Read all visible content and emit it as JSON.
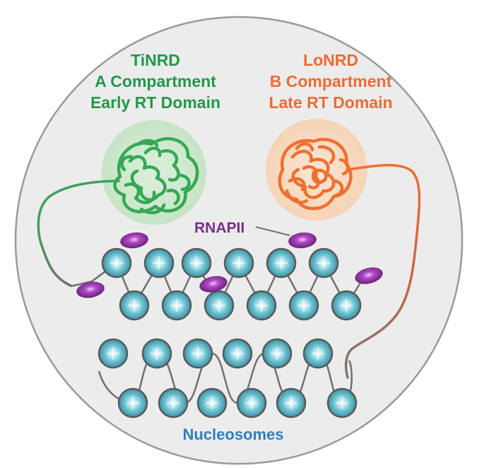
{
  "left_domain": {
    "lines": [
      "TiNRD",
      "A Compartment",
      "Early RT Domain"
    ],
    "color": "#1f9a4a",
    "blob_color": "#cfe8cf",
    "fiber_color": "#2eaa52"
  },
  "right_domain": {
    "lines": [
      "LoNRD",
      "B Compartment",
      "Late RT Domain"
    ],
    "color": "#ee6b33",
    "blob_color": "#f8dcc4",
    "fiber_color": "#ef6f30"
  },
  "rnapii": {
    "label": "RNAPII",
    "color": "#7b2d8e"
  },
  "nucleosomes": {
    "label": "Nucleosomes",
    "label_color": "#2f7fc1",
    "bead_color": "#5fb6c6"
  },
  "background": {
    "circle_fill": "#ececec",
    "circle_stroke": "#9a9a9a"
  }
}
